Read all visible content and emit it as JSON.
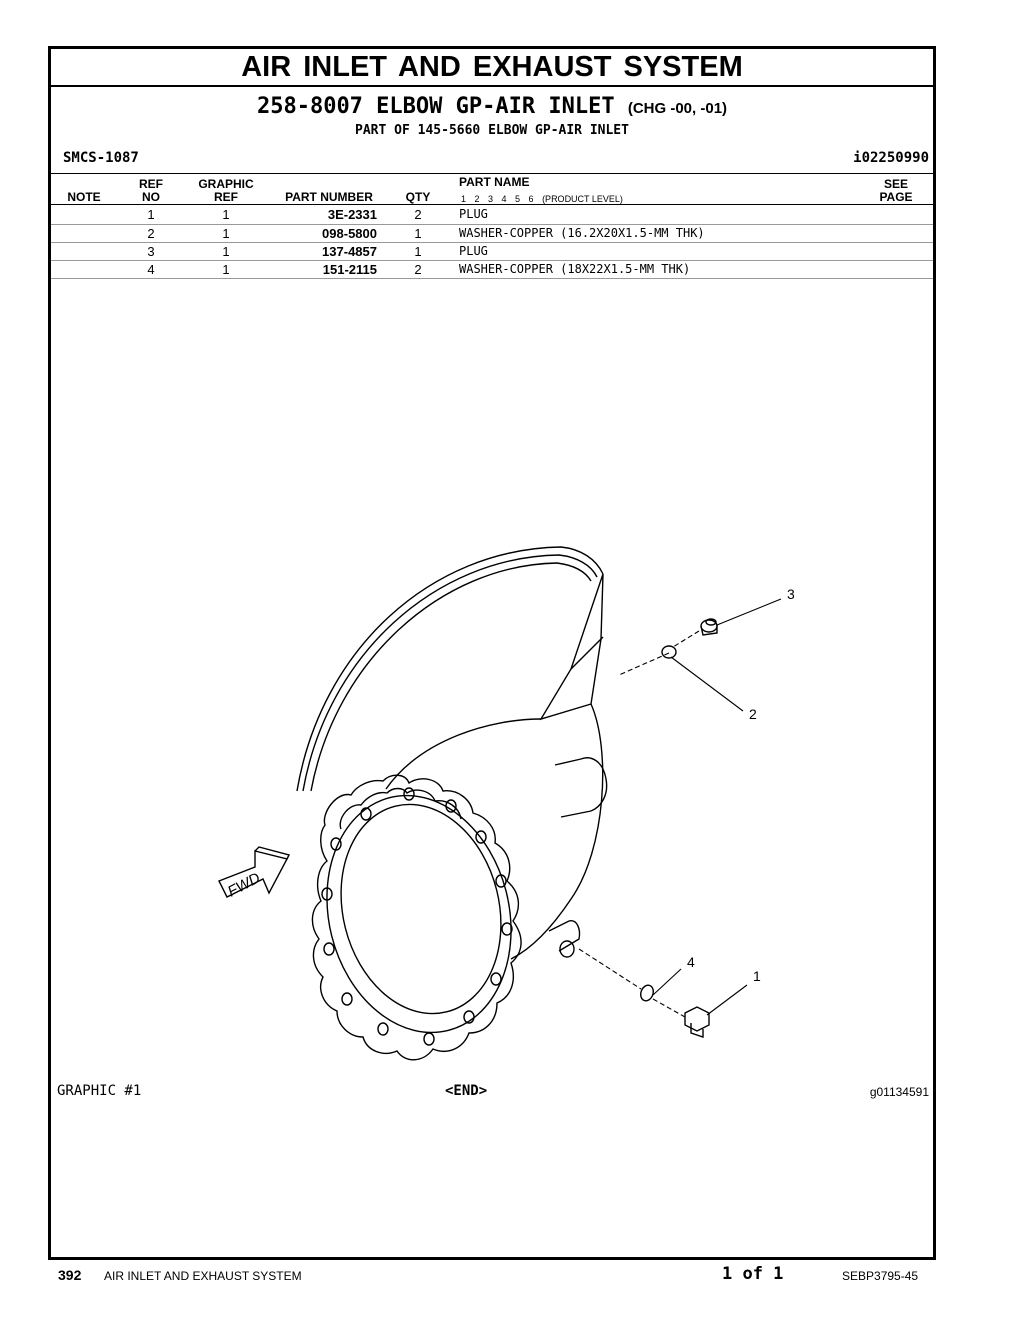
{
  "header": {
    "section_title": "AIR INLET AND EXHAUST SYSTEM",
    "group_title": "258-8007 ELBOW GP-AIR INLET",
    "change_note": "(CHG -00, -01)",
    "part_of": "PART OF 145-5660 ELBOW GP-AIR INLET",
    "smcs": "SMCS-1087",
    "illustration_id": "i02250990"
  },
  "table": {
    "columns": {
      "note": "NOTE",
      "ref_no_1": "REF",
      "ref_no_2": "NO",
      "graphic_ref_1": "GRAPHIC",
      "graphic_ref_2": "REF",
      "part_number": "PART NUMBER",
      "qty": "QTY",
      "part_name": "PART NAME",
      "product_levels": "1 2 3 4 5 6",
      "product_level_label": "(PRODUCT LEVEL)",
      "see_page_1": "SEE",
      "see_page_2": "PAGE"
    },
    "rows": [
      {
        "ref_no": "1",
        "graphic_ref": "1",
        "part_number": "3E-2331",
        "qty": "2",
        "part_name": "PLUG"
      },
      {
        "ref_no": "2",
        "graphic_ref": "1",
        "part_number": "098-5800",
        "qty": "1",
        "part_name": "WASHER-COPPER (16.2X20X1.5-MM THK)"
      },
      {
        "ref_no": "3",
        "graphic_ref": "1",
        "part_number": "137-4857",
        "qty": "1",
        "part_name": "PLUG"
      },
      {
        "ref_no": "4",
        "graphic_ref": "1",
        "part_number": "151-2115",
        "qty": "2",
        "part_name": "WASHER-COPPER (18X22X1.5-MM THK)"
      }
    ]
  },
  "graphic": {
    "label": "GRAPHIC #1",
    "end_marker": "<END>",
    "graphic_number": "g01134591",
    "fwd_label": "FWD",
    "callouts": [
      "3",
      "2",
      "4",
      "1"
    ]
  },
  "footer": {
    "page_number": "392",
    "section_name": "AIR INLET AND EXHAUST SYSTEM",
    "page_of": "1 of 1",
    "document_id": "SEBP3795-45"
  }
}
